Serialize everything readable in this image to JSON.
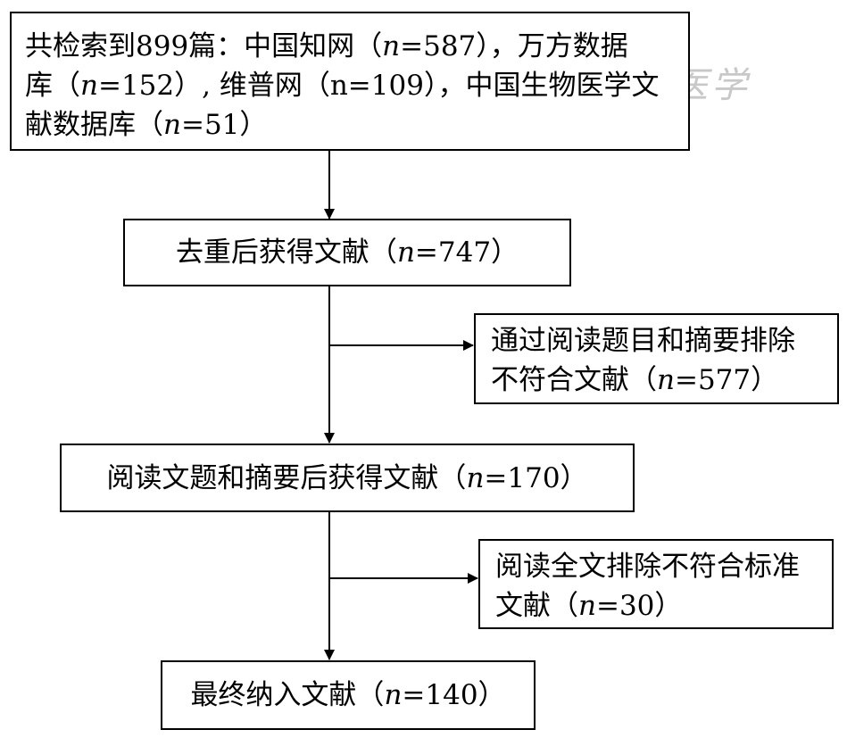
{
  "flowchart": {
    "search_box": {
      "lines": [
        [
          "共检索到899篇：中国知网（",
          "n",
          "=587），万方数据"
        ],
        [
          "库（",
          "n",
          "=152）, 维普网（",
          "n",
          "=109），中国生物医学文"
        ],
        [
          "献数据库（",
          "n",
          "=51）"
        ]
      ]
    },
    "dedup_box": {
      "lines": [
        [
          "去重后获得文献（",
          "n",
          "=747）"
        ]
      ]
    },
    "exclude_title_box": {
      "lines": [
        [
          "通过阅读题目和摘要排除",
          "",
          ""
        ],
        [
          "不符合文献（",
          "n",
          "=577）"
        ]
      ]
    },
    "screened_box": {
      "lines": [
        [
          "阅读文题和摘要后获得文献（",
          "n",
          "=170）"
        ]
      ]
    },
    "exclude_fulltext_box": {
      "lines": [
        [
          "阅读全文排除不符合标准",
          "",
          ""
        ],
        [
          "文献（",
          "n",
          "=30）"
        ]
      ]
    },
    "final_box": {
      "lines": [
        [
          "最终纳入文献（",
          "n",
          "=140）"
        ]
      ]
    }
  },
  "watermark": {
    "text": "临床医学"
  }
}
